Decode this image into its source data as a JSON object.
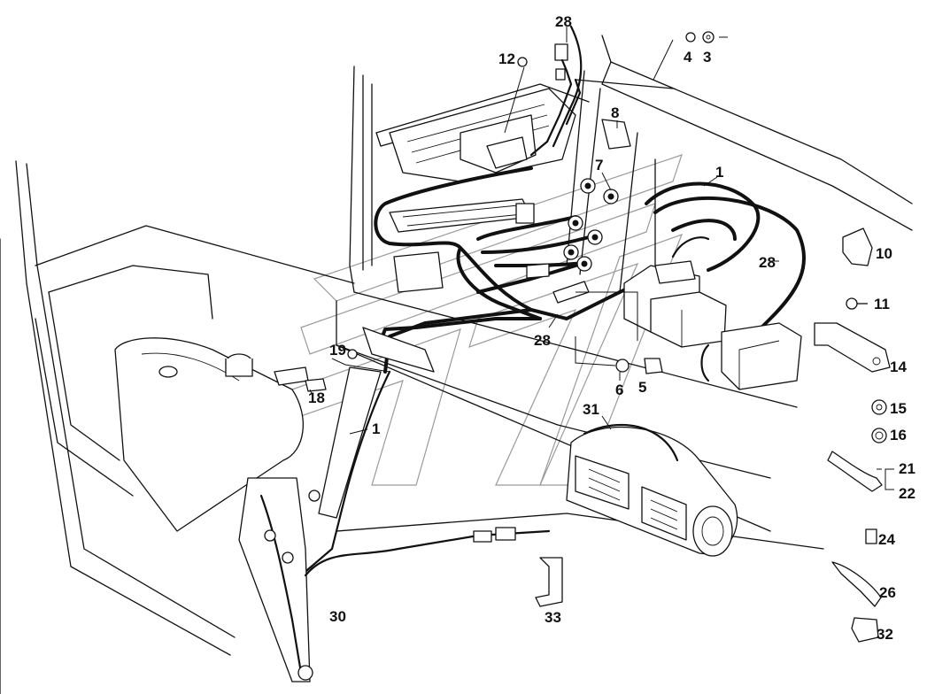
{
  "callouts": [
    {
      "id": "c28a",
      "text": "28"
    },
    {
      "id": "c12",
      "text": "12"
    },
    {
      "id": "c4",
      "text": "4"
    },
    {
      "id": "c3",
      "text": "3"
    },
    {
      "id": "c8",
      "text": "8"
    },
    {
      "id": "c7",
      "text": "7"
    },
    {
      "id": "c1a",
      "text": "1"
    },
    {
      "id": "c10",
      "text": "10"
    },
    {
      "id": "c28b",
      "text": "28"
    },
    {
      "id": "c11",
      "text": "11"
    },
    {
      "id": "c14",
      "text": "14"
    },
    {
      "id": "c28c",
      "text": "28"
    },
    {
      "id": "c6",
      "text": "6"
    },
    {
      "id": "c5",
      "text": "5"
    },
    {
      "id": "c19",
      "text": "19"
    },
    {
      "id": "c18",
      "text": "18"
    },
    {
      "id": "c1b",
      "text": "1"
    },
    {
      "id": "c31",
      "text": "31"
    },
    {
      "id": "c15",
      "text": "15"
    },
    {
      "id": "c16",
      "text": "16"
    },
    {
      "id": "c21",
      "text": "21"
    },
    {
      "id": "c22",
      "text": "22"
    },
    {
      "id": "c24",
      "text": "24"
    },
    {
      "id": "c26",
      "text": "26"
    },
    {
      "id": "c30",
      "text": "30"
    },
    {
      "id": "c33",
      "text": "33"
    },
    {
      "id": "c32",
      "text": "32"
    }
  ]
}
